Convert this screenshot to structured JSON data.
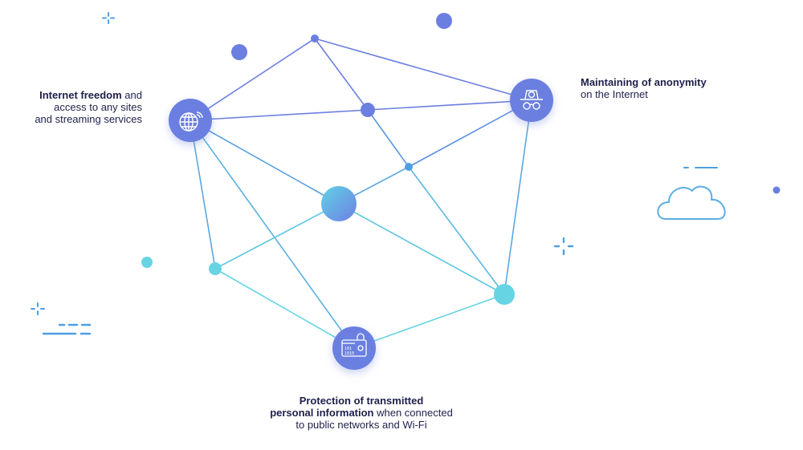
{
  "accent_colors": {
    "indigo": "#6b7fe0",
    "blue": "#4f9fe0",
    "cyan": "#66d4e3"
  },
  "features": [
    {
      "icon": "globe-wifi-icon",
      "lines": [
        {
          "bold": "Internet freedom",
          "normal": " and"
        },
        {
          "bold": "",
          "normal": "access to any sites"
        },
        {
          "bold": "",
          "normal": "and streaming services"
        }
      ]
    },
    {
      "icon": "incognito-icon",
      "lines": [
        {
          "bold": "Maintaining of anonymity",
          "normal": ""
        },
        {
          "bold": "",
          "normal": "on the Internet"
        }
      ]
    },
    {
      "icon": "binary-lock-icon",
      "lines": [
        {
          "bold": "Protection of transmitted",
          "normal": ""
        },
        {
          "bold": "personal information",
          "normal": " when connected"
        },
        {
          "bold": "",
          "normal": "to public networks and Wi-Fi"
        }
      ]
    }
  ]
}
